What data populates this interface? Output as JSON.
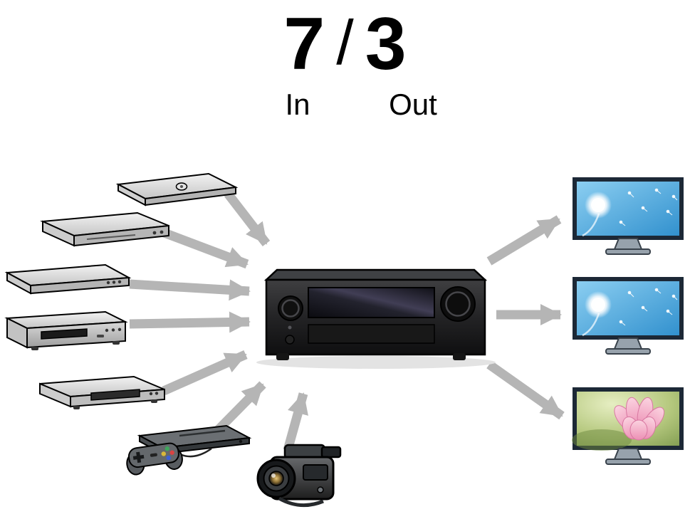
{
  "title": {
    "in_count": "7",
    "separator": "/",
    "out_count": "3",
    "in_label": "In",
    "out_label": "Out"
  },
  "summary": {
    "input_count": 7,
    "output_count": 3
  },
  "colors": {
    "background": "#ffffff",
    "arrow": "#b5b5b5",
    "receiver_body": "#232325",
    "tv_frame": "#1c2836",
    "sky_blue": "#5fb0e4",
    "lotus_background": "#a9c073",
    "petal_pink": "#ec8fb4"
  },
  "sources": [
    {
      "id": "input-1",
      "icon": "slim-disc-player-icon"
    },
    {
      "id": "input-2",
      "icon": "blu-ray-player-icon"
    },
    {
      "id": "input-3",
      "icon": "dvd-player-icon"
    },
    {
      "id": "input-4",
      "icon": "cd-player-icon"
    },
    {
      "id": "input-5",
      "icon": "media-player-icon"
    },
    {
      "id": "input-6",
      "icon": "game-console-icon"
    },
    {
      "id": "input-7",
      "icon": "camcorder-icon"
    }
  ],
  "hub": {
    "id": "av-receiver",
    "icon": "av-receiver-icon"
  },
  "displays": [
    {
      "id": "output-1",
      "icon": "tv-dandelion-icon"
    },
    {
      "id": "output-2",
      "icon": "tv-dandelion-icon"
    },
    {
      "id": "output-3",
      "icon": "tv-lotus-icon"
    }
  ]
}
